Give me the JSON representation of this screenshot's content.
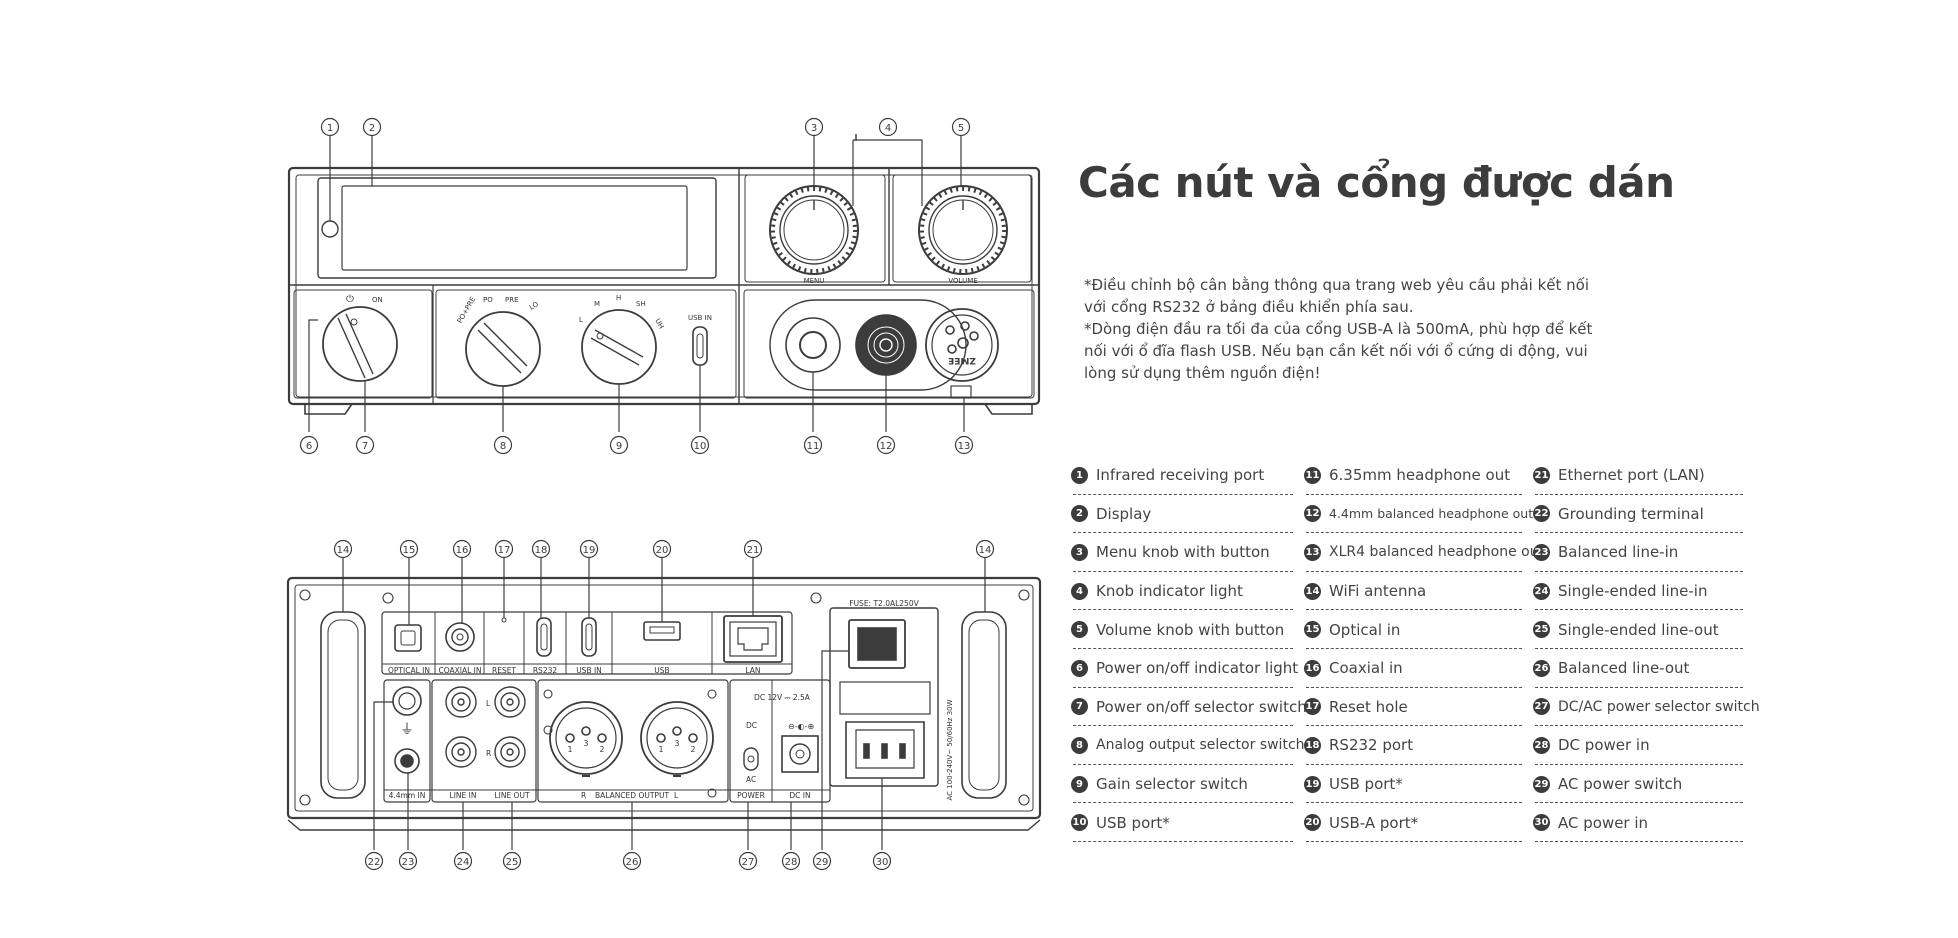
{
  "title": "Các nút và cổng được dán",
  "notes": [
    "*Điều chỉnh bộ cân bằng thông qua trang web yêu cầu phải kết nối với cổng RS232 ở bảng điều khiển phía sau.",
    "*Dòng điện đầu ra tối đa của cổng USB-A là 500mA, phù hợp để kết nối với ổ đĩa flash USB. Nếu bạn cần kết nối với ổ cứng di động, vui lòng sử dụng thêm nguồn điện!"
  ],
  "legend": [
    {
      "num": "1",
      "label": "Infrared receiving port"
    },
    {
      "num": "2",
      "label": "Display"
    },
    {
      "num": "3",
      "label": "Menu knob with button"
    },
    {
      "num": "4",
      "label": "Knob indicator light"
    },
    {
      "num": "5",
      "label": "Volume knob with button"
    },
    {
      "num": "6",
      "label": "Power on/off indicator light"
    },
    {
      "num": "7",
      "label": "Power on/off selector switch"
    },
    {
      "num": "8",
      "label": "Analog output selector switch"
    },
    {
      "num": "9",
      "label": "Gain selector switch"
    },
    {
      "num": "10",
      "label": "USB port*"
    },
    {
      "num": "11",
      "label": "6.35mm headphone out"
    },
    {
      "num": "12",
      "label": "4.4mm balanced headphone out"
    },
    {
      "num": "13",
      "label": "XLR4 balanced headphone out"
    },
    {
      "num": "14",
      "label": "WiFi antenna"
    },
    {
      "num": "15",
      "label": "Optical in"
    },
    {
      "num": "16",
      "label": "Coaxial in"
    },
    {
      "num": "17",
      "label": "Reset hole"
    },
    {
      "num": "18",
      "label": "RS232 port"
    },
    {
      "num": "19",
      "label": "USB port*"
    },
    {
      "num": "20",
      "label": "USB-A port*"
    },
    {
      "num": "21",
      "label": "Ethernet port (LAN)"
    },
    {
      "num": "22",
      "label": "Grounding terminal"
    },
    {
      "num": "23",
      "label": "Balanced line-in"
    },
    {
      "num": "24",
      "label": "Single-ended line-in"
    },
    {
      "num": "25",
      "label": "Single-ended line-out"
    },
    {
      "num": "26",
      "label": "Balanced line-out"
    },
    {
      "num": "27",
      "label": "DC/AC power selector switch"
    },
    {
      "num": "28",
      "label": "DC power in"
    },
    {
      "num": "29",
      "label": "AC power switch"
    },
    {
      "num": "30",
      "label": "AC power in"
    }
  ],
  "front": {
    "power_label": "ON",
    "output_labels": [
      "PO+PRE",
      "PO",
      "PRE",
      "LO"
    ],
    "gain_labels": [
      "L",
      "M",
      "H",
      "SH",
      "UH"
    ],
    "usb_in": "USB IN",
    "menu": "MENU",
    "volume": "VOLUME",
    "xlr_brand": "ZMEE"
  },
  "rear": {
    "optical_in": "OPTICAL IN",
    "coaxial_in": "COAXIAL IN",
    "reset": "RESET",
    "rs232": "RS232",
    "usb_in": "USB IN",
    "usb": "USB",
    "lan": "LAN",
    "fuse": "FUSE: T2.0AL250V",
    "dc_spec": "DC 12V ⎓ 2.5A",
    "dc": "DC",
    "ac": "AC",
    "power": "POWER",
    "dc_in": "DC IN",
    "ac_spec": "AC 100-240V~  50/60Hz  30W",
    "in44": "4.4mm IN",
    "line_in": "LINE IN",
    "line_out": "LINE OUT",
    "balanced_output": "BALANCED OUTPUT",
    "r": "R",
    "l": "L",
    "pin1": "1",
    "pin2": "2",
    "pin3": "3"
  }
}
